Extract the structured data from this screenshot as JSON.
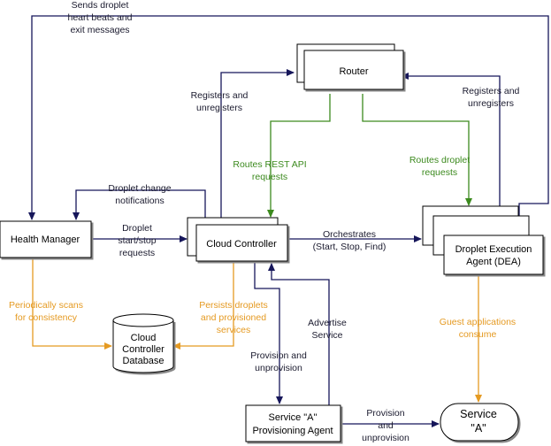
{
  "nodes": {
    "router": "Router",
    "cloud_controller": "Cloud Controller",
    "health_manager": "Health Manager",
    "dea": [
      "Droplet Execution",
      "Agent (DEA)"
    ],
    "database": [
      "Cloud",
      "Controller",
      "Database"
    ],
    "provisioning_agent": [
      "Service \"A\"",
      "Provisioning Agent"
    ],
    "service": [
      "Service",
      "\"A\""
    ]
  },
  "labels": {
    "heartbeats": [
      "Sends droplet",
      "heart beats and",
      "exit messages"
    ],
    "registers_left": [
      "Registers and",
      "unregisters"
    ],
    "registers_right": [
      "Registers and",
      "unregisters"
    ],
    "routes_rest": [
      "Routes REST API",
      "requests"
    ],
    "routes_droplet": [
      "Routes droplet",
      "requests"
    ],
    "change_notifications": [
      "Droplet change",
      "notifications"
    ],
    "start_stop": [
      "Droplet",
      "start/stop",
      "requests"
    ],
    "orchestrates": [
      "Orchestrates",
      "(Start, Stop, Find)"
    ],
    "scans": [
      "Periodically scans",
      "for consistency"
    ],
    "persists": [
      "Persists droplets",
      "and provisioned",
      "services"
    ],
    "advertise": [
      "Advertise",
      "Service"
    ],
    "provision_cc": [
      "Provision and",
      "unprovision"
    ],
    "guest_apps": [
      "Guest applications",
      "consume"
    ],
    "provision_svc": [
      "Provision",
      "and",
      "unprovision"
    ]
  },
  "colors": {
    "blue": "#16165a",
    "green": "#3c8a1e",
    "orange": "#e59a22",
    "box_border": "#000000"
  }
}
